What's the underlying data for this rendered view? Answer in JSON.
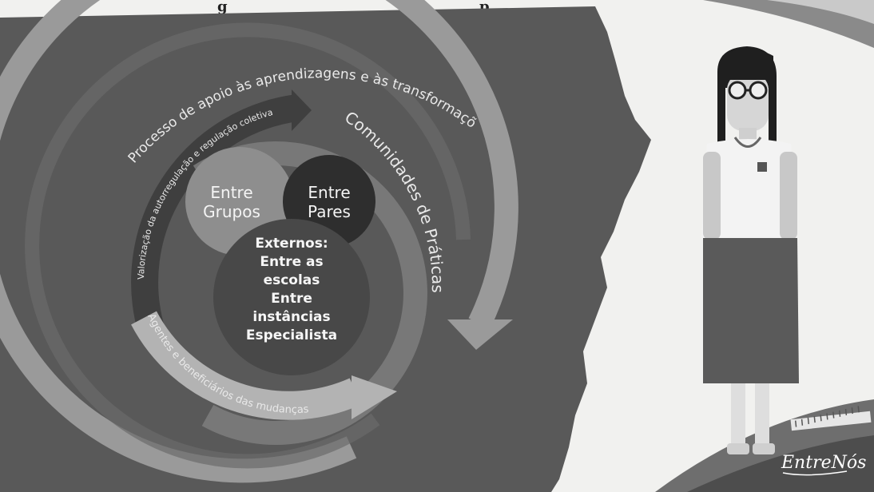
{
  "header": {
    "title_fragment": "g",
    "title_tail": "p"
  },
  "diagram": {
    "outer_arc_label": "Processo de apoio às aprendizagens e às transformações",
    "inner_arc_label": "Valorização da autorregulação e regulação coletiva",
    "right_arc_label": "Comunidades de Práticas",
    "bottom_arc_label": "Agentes e beneficiários das mudanças",
    "circles": {
      "groups": {
        "lines": [
          "Entre",
          "Grupos"
        ]
      },
      "pairs": {
        "lines": [
          "Entre",
          "Pares"
        ]
      },
      "external": {
        "lines": [
          "Externos:",
          "Entre as",
          "escolas",
          "Entre",
          "instâncias",
          "Especialista"
        ]
      }
    }
  },
  "branding": {
    "logo": "EntreNós"
  },
  "colors": {
    "board": "#595959",
    "outer_ring": "#9a9a9a",
    "dark_arrow": "#3f3f3f",
    "inner_ring": "#7e7e7e",
    "bottom_arrow": "#b3b3b3",
    "circle_groups": "#8e8e8e",
    "circle_pairs": "#2e2e2e",
    "circle_external": "#484848"
  }
}
